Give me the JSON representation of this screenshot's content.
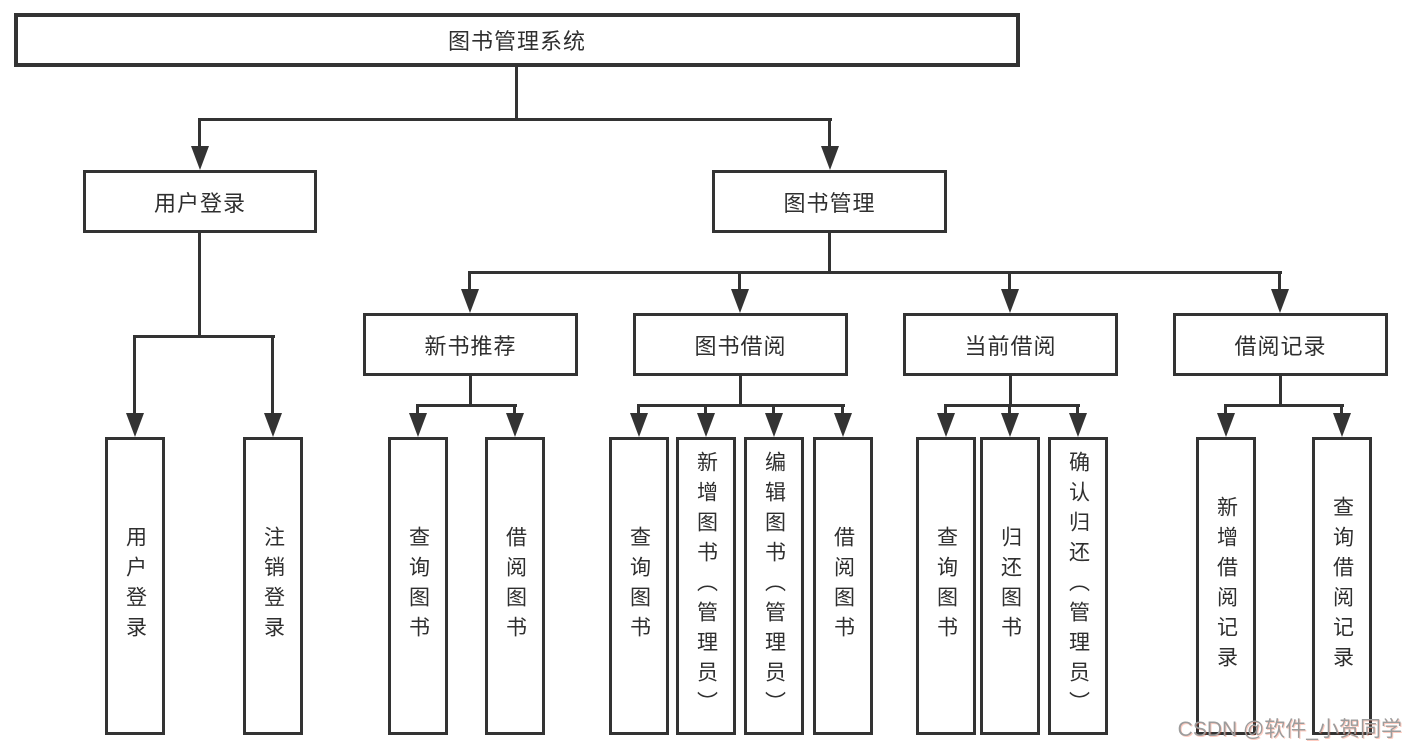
{
  "tree": {
    "root": {
      "label": "图书管理系统",
      "children": [
        {
          "label": "用户登录",
          "children": [
            {
              "label": "用户登录"
            },
            {
              "label": "注销登录"
            }
          ]
        },
        {
          "label": "图书管理",
          "children": [
            {
              "label": "新书推荐",
              "children": [
                {
                  "label": "查询图书"
                },
                {
                  "label": "借阅图书"
                }
              ]
            },
            {
              "label": "图书借阅",
              "children": [
                {
                  "label": "查询图书"
                },
                {
                  "label": "新增图书（管理员）"
                },
                {
                  "label": "编辑图书（管理员）"
                },
                {
                  "label": "借阅图书"
                }
              ]
            },
            {
              "label": "当前借阅",
              "children": [
                {
                  "label": "查询图书"
                },
                {
                  "label": "归还图书"
                },
                {
                  "label": "确认归还（管理员）"
                }
              ]
            },
            {
              "label": "借阅记录",
              "children": [
                {
                  "label": "新增借阅记录"
                },
                {
                  "label": "查询借阅记录"
                }
              ]
            }
          ]
        }
      ]
    }
  },
  "watermark": {
    "text": "CSDN @软件_小贺同学"
  },
  "colors": {
    "line": "#333333",
    "text": "#2f2f2f",
    "background": "#ffffff",
    "watermark": "#9c9c9c"
  }
}
